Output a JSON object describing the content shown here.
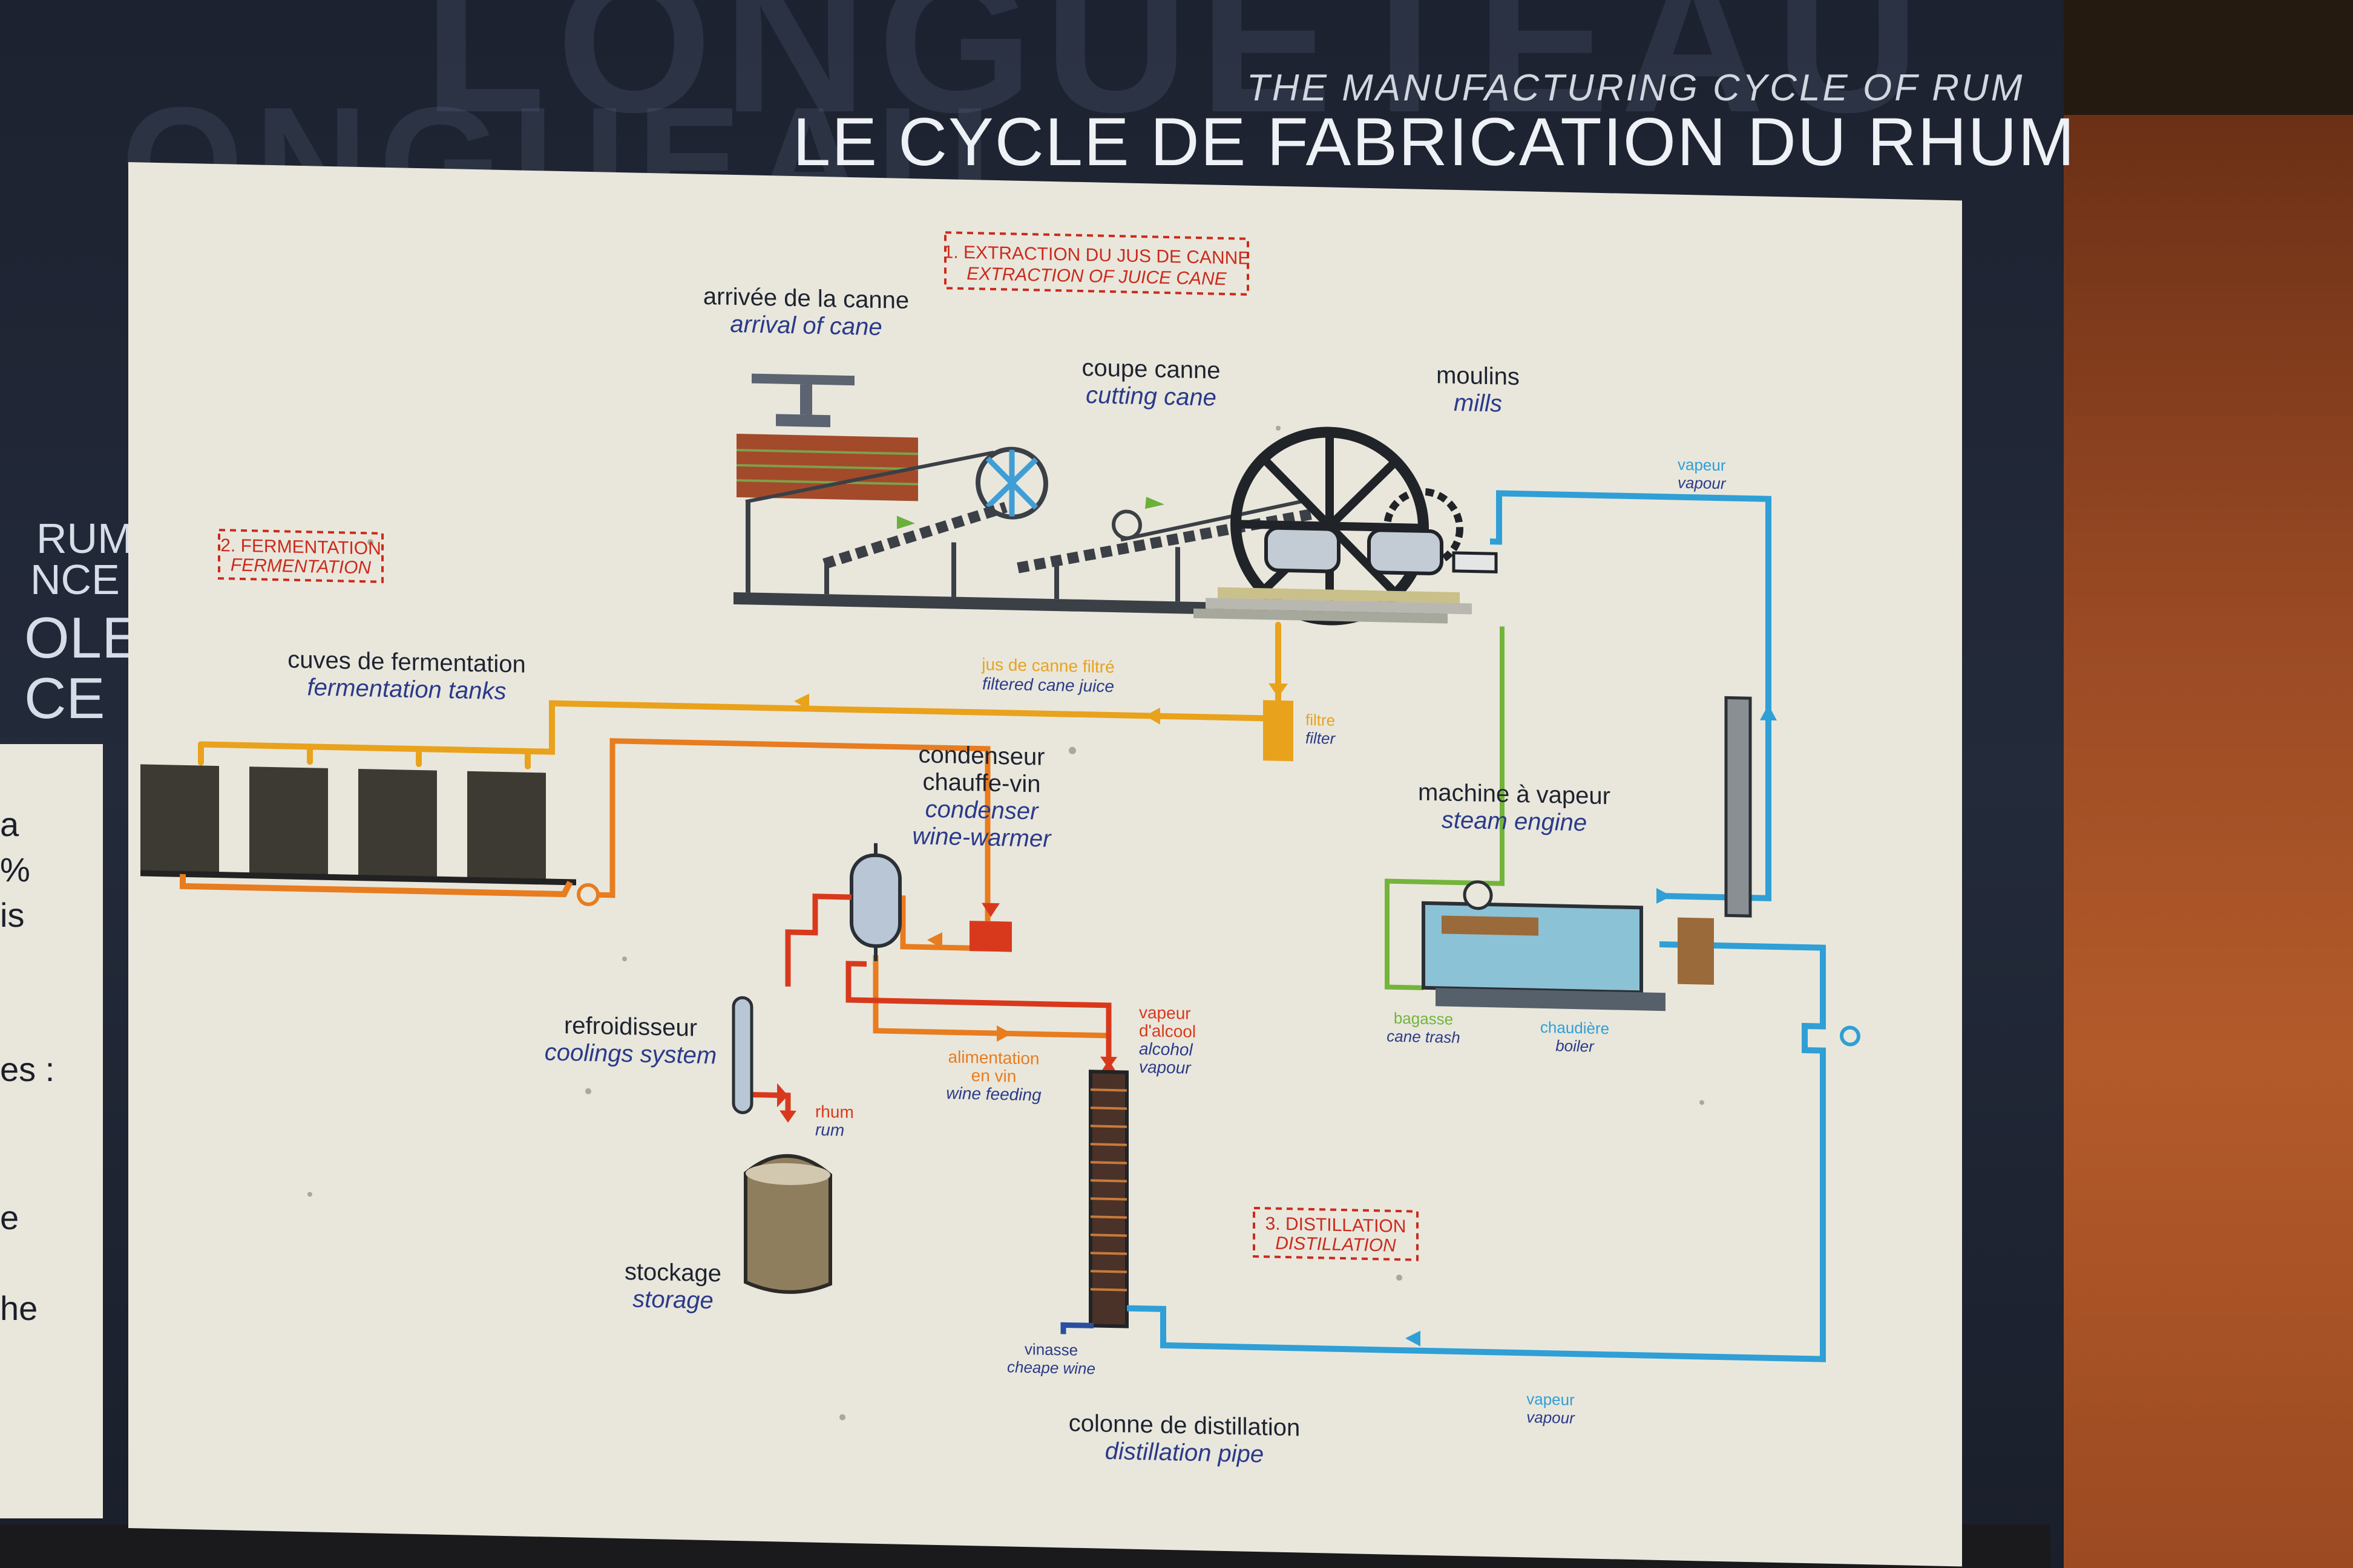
{
  "header": {
    "title_en": "THE MANUFACTURING CYCLE OF RUM",
    "title_fr": "LE CYCLE DE FABRICATION DU RHUM"
  },
  "side_fragments": {
    "lines_light": [
      "RUM",
      "NCE",
      "OLE",
      "CE"
    ],
    "lines_dark": [
      "a",
      "%",
      "is",
      "es :",
      "e",
      "he"
    ]
  },
  "steps": {
    "extraction": {
      "fr": "1. EXTRACTION DU JUS DE CANNE",
      "en": "EXTRACTION OF JUICE CANE"
    },
    "fermentation": {
      "fr": "2. FERMENTATION",
      "en": "FERMENTATION"
    },
    "distillation": {
      "fr": "3. DISTILLATION",
      "en": "DISTILLATION"
    }
  },
  "labels": {
    "arrival": {
      "fr": "arrivée de la canne",
      "en": "arrival of cane"
    },
    "cutting": {
      "fr": "coupe canne",
      "en": "cutting cane"
    },
    "mills": {
      "fr": "moulins",
      "en": "mills"
    },
    "vapour_top": {
      "fr": "vapeur",
      "en": "vapour"
    },
    "juice": {
      "fr": "jus de canne filtré",
      "en": "filtered cane juice"
    },
    "filter": {
      "fr": "filtre",
      "en": "filter"
    },
    "tanks": {
      "fr": "cuves de fermentation",
      "en": "fermentation tanks"
    },
    "condenser": {
      "fr1": "condenseur",
      "fr2": "chauffe-vin",
      "en1": "condenser",
      "en2": "wine-warmer"
    },
    "steam_engine": {
      "fr": "machine à vapeur",
      "en": "steam engine"
    },
    "bagasse": {
      "fr": "bagasse",
      "en": "cane trash"
    },
    "boiler": {
      "fr": "chaudière",
      "en": "boiler"
    },
    "alcohol_vapour": {
      "fr1": "vapeur",
      "fr2": "d'alcool",
      "en1": "alcohol",
      "en2": "vapour"
    },
    "cooling": {
      "fr": "refroidisseur",
      "en": "coolings system"
    },
    "wine_feeding": {
      "fr1": "alimentation",
      "fr2": "en vin",
      "en": "wine feeding"
    },
    "rum": {
      "fr": "rhum",
      "en": "rum"
    },
    "storage": {
      "fr": "stockage",
      "en": "storage"
    },
    "vinasse": {
      "fr": "vinasse",
      "en": "cheape wine"
    },
    "column": {
      "fr": "colonne de distillation",
      "en": "distillation pipe"
    },
    "vapour_bottom": {
      "fr": "vapeur",
      "en": "vapour"
    }
  },
  "colors": {
    "juice_line": "#e9a21c",
    "wine_line": "#e87c1e",
    "alcohol_line": "#d8391c",
    "steam_line": "#2f9fd6",
    "bagasse_line": "#73b43b",
    "fr_text": "#1e2330",
    "en_text": "#2a3a8a",
    "step_red": "#cc2a1c"
  }
}
